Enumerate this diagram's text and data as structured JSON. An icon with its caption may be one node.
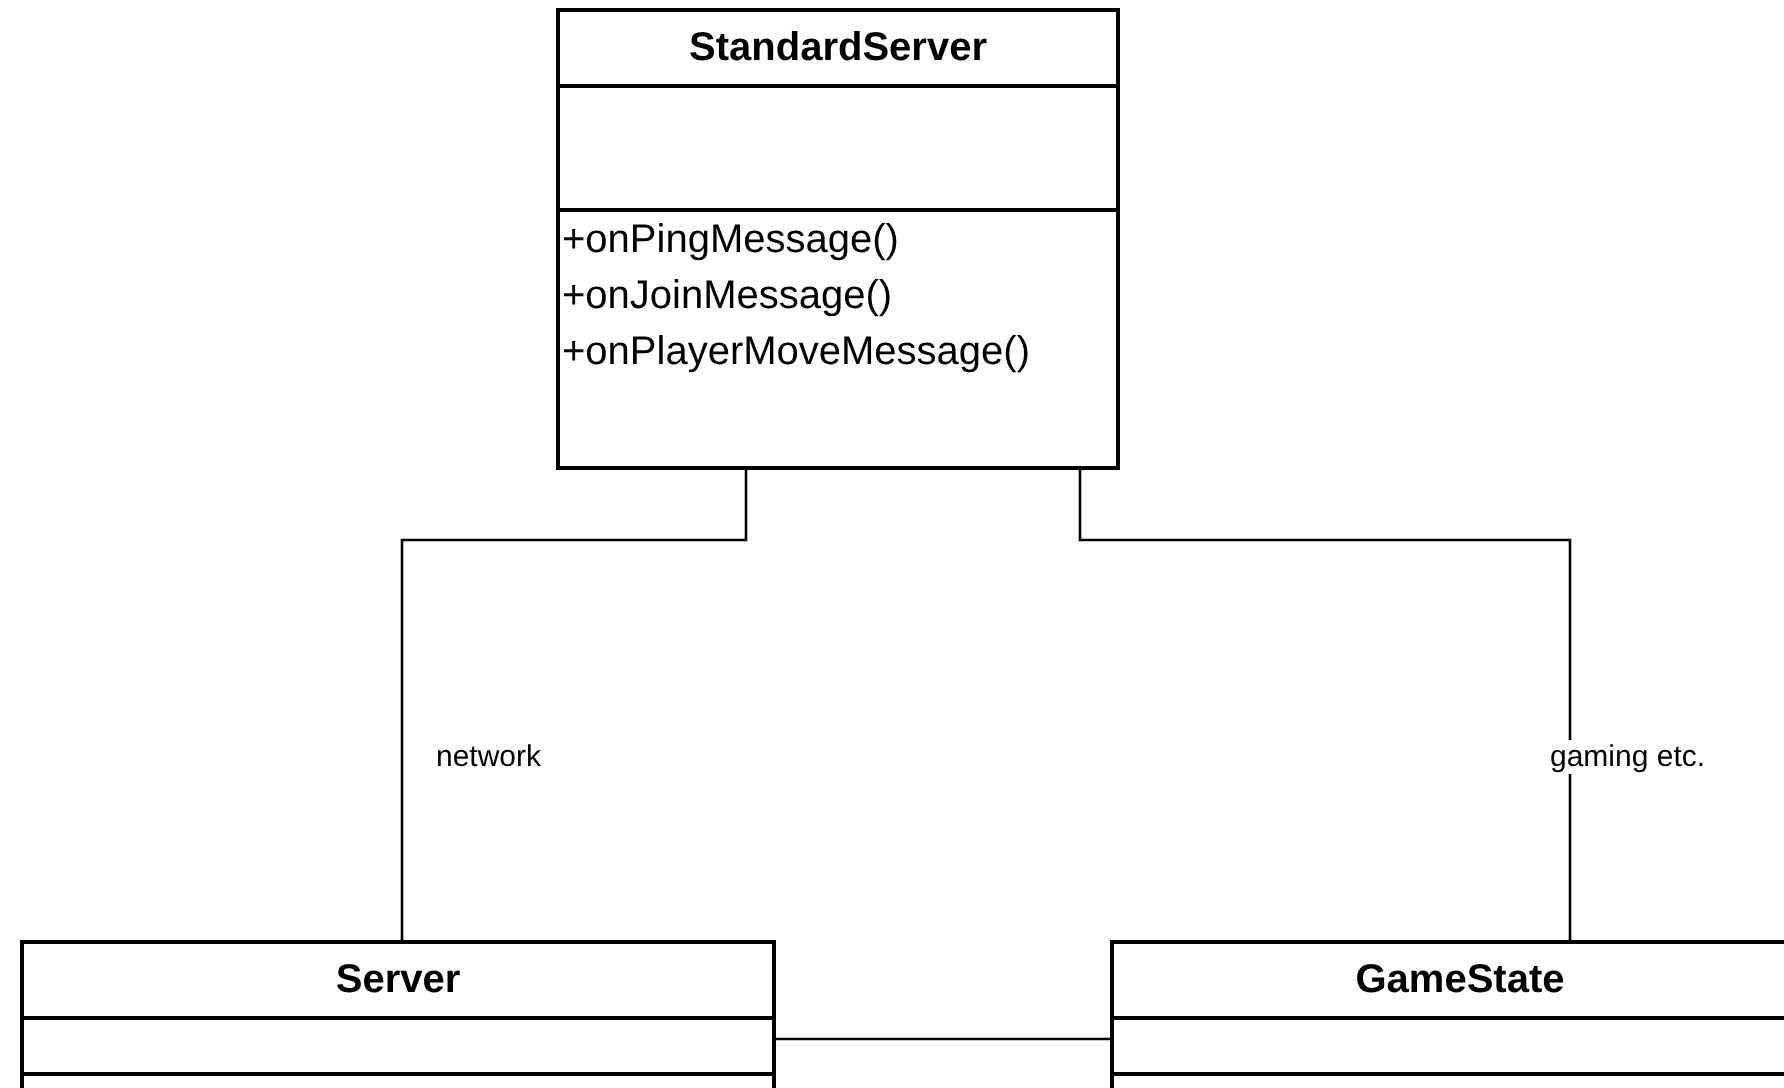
{
  "diagram": {
    "nodes": [
      {
        "text": [
          "StandardServer",
          "+onPingMessage()",
          "+onJoinMessage()",
          "+onPlayerMoveMessage()"
        ]
      },
      {
        "text": [
          "Server"
        ]
      },
      {
        "text": [
          "GameState"
        ]
      }
    ],
    "edges": [
      {
        "from": 0,
        "to": 1,
        "arrow": "none",
        "label": "network"
      },
      {
        "from": 0,
        "to": 2,
        "arrow": "none",
        "label": "gaming etc."
      },
      {
        "from": 1,
        "to": 2,
        "arrow": "none"
      }
    ]
  }
}
